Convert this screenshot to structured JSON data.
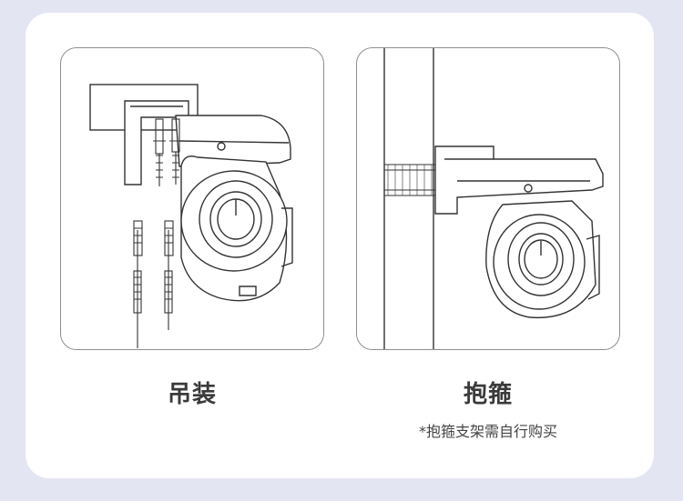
{
  "left": {
    "label": "吊装"
  },
  "right": {
    "label": "抱箍",
    "note": "*抱箍支架需自行购买"
  }
}
